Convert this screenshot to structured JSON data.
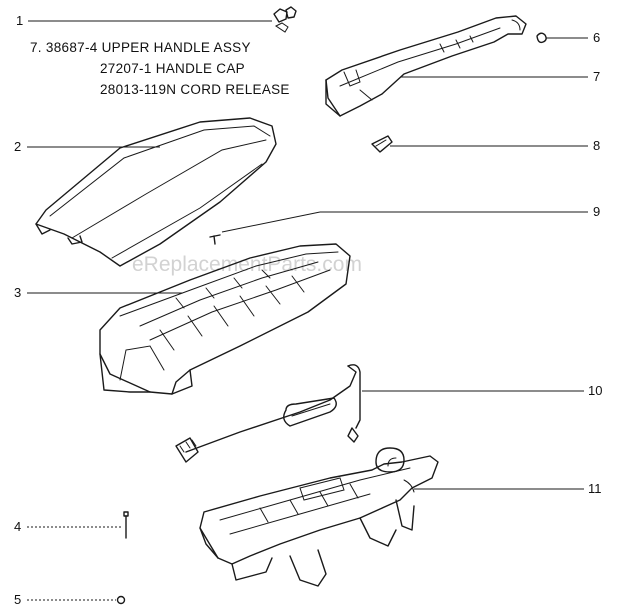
{
  "notes": {
    "line1": "7. 38687-4 UPPER HANDLE ASSY",
    "line2": "27207-1 HANDLE CAP",
    "line3": "28013-119N CORD RELEASE"
  },
  "watermark": "eReplacementParts.com",
  "callouts": {
    "c1": "1",
    "c2": "2",
    "c3": "3",
    "c4": "4",
    "c5": "5",
    "c6": "6",
    "c7": "7",
    "c8": "8",
    "c9": "9",
    "c10": "10",
    "c11": "11"
  }
}
